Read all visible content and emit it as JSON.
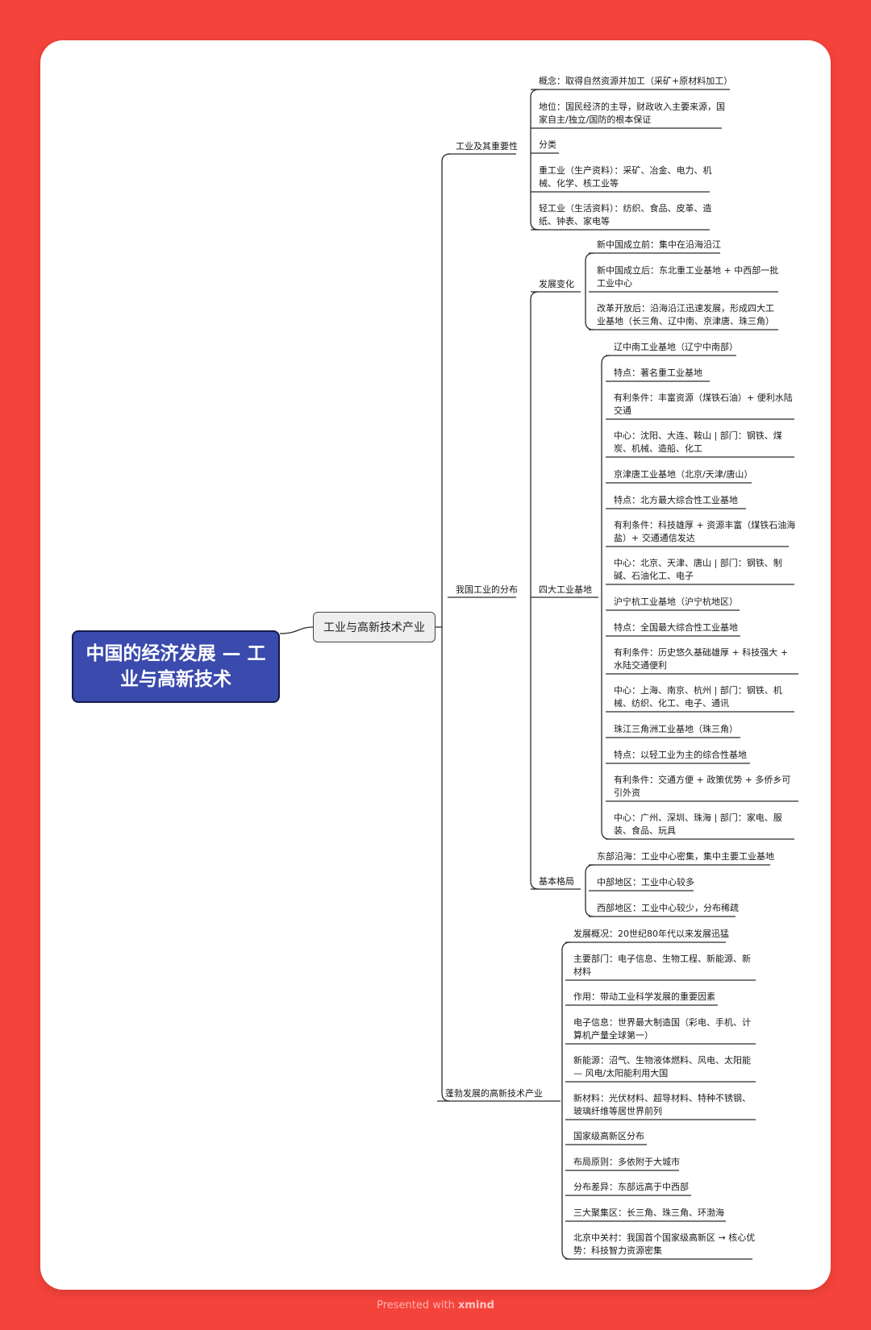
{
  "root": {
    "title": "中国的经济发展 — 工业与高新技术"
  },
  "main": {
    "label": "工业与高新技术产业"
  },
  "subtopics": [
    {
      "label": "工业及其重要性"
    },
    {
      "label": "我国工业的分布"
    },
    {
      "label": "蓬勃发展的高新技术产业"
    }
  ],
  "mid_topics": [
    {
      "label": "发展变化"
    },
    {
      "label": "四大工业基地"
    },
    {
      "label": "基本格局"
    }
  ],
  "leaves": [
    "概念：取得自然资源并加工（采矿+原材料加工）",
    "地位：国民经济的主导，财政收入主要来源，国家自主/独立/国防的根本保证",
    "分类",
    "重工业（生产资料）：采矿、冶金、电力、机械、化学、核工业等",
    "轻工业（生活资料）：纺织、食品、皮革、造纸、钟表、家电等",
    "新中国成立前：集中在沿海沿江",
    "新中国成立后：东北重工业基地 + 中西部一批工业中心",
    "改革开放后：沿海沿江迅速发展，形成四大工业基地（长三角、辽中南、京津唐、珠三角）",
    "辽中南工业基地（辽宁中南部）",
    "特点：著名重工业基地",
    "有利条件：丰富资源（煤铁石油）+ 便利水陆交通",
    "中心：沈阳、大连、鞍山 | 部门：钢铁、煤炭、机械、造船、化工",
    "京津唐工业基地（北京/天津/唐山）",
    "特点：北方最大综合性工业基地",
    "有利条件：科技雄厚 + 资源丰富（煤铁石油海盐）+ 交通通信发达",
    "中心：北京、天津、唐山 | 部门：钢铁、制碱、石油化工、电子",
    "沪宁杭工业基地（沪宁杭地区）",
    "特点：全国最大综合性工业基地",
    "有利条件：历史悠久基础雄厚 + 科技强大 + 水陆交通便利",
    "中心：上海、南京、杭州 | 部门：钢铁、机械、纺织、化工、电子、通讯",
    "珠江三角洲工业基地（珠三角）",
    "特点：以轻工业为主的综合性基地",
    "有利条件：交通方便 + 政策优势 + 多侨乡可引外资",
    "中心：广州、深圳、珠海 | 部门：家电、服装、食品、玩具",
    "东部沿海：工业中心密集，集中主要工业基地",
    "中部地区：工业中心较多",
    "西部地区：工业中心较少，分布稀疏",
    "发展概况：20世纪80年代以来发展迅猛",
    "主要部门：电子信息、生物工程、新能源、新材料",
    "作用：带动工业科学发展的重要因素",
    "电子信息：世界最大制造国（彩电、手机、计算机产量全球第一）",
    "新能源：沼气、生物液体燃料、风电、太阳能 — 风电/太阳能利用大国",
    "新材料：光伏材料、超导材料、特种不锈钢、玻璃纤维等居世界前列",
    "国家级高新区分布",
    "布局原则：多依附于大城市",
    "分布差异：东部远高于中西部",
    "三大聚集区：长三角、珠三角、环渤海",
    "北京中关村：我国首个国家级高新区 → 核心优势：科技智力资源密集"
  ],
  "footer": {
    "prefix": "Presented with ",
    "brand": "xmind"
  },
  "colors": {
    "background": "#f4433b",
    "root_fill": "#3a4aad",
    "line": "#2b2b2b"
  }
}
